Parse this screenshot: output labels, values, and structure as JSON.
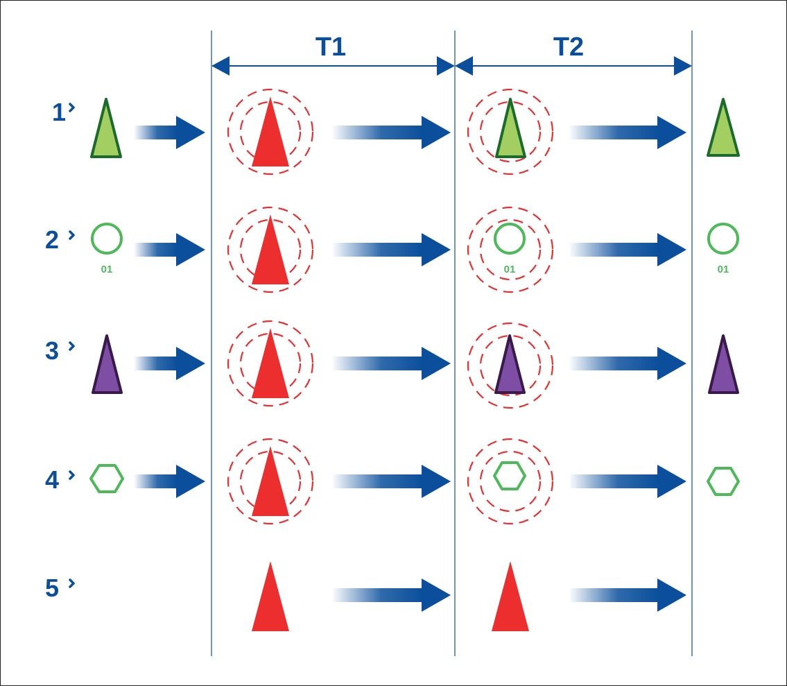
{
  "colors": {
    "blue": "#0b4f9c",
    "red": "#ec2e2e",
    "green_dark": "#1b6b2a",
    "green_fill": "#a3cf62",
    "green_circle": "#4dba5a",
    "purple_fill": "#7e4ea4",
    "purple_stroke": "#3a1a4a",
    "hex_green": "#4dba5a"
  },
  "periods": [
    {
      "label": "T1"
    },
    {
      "label": "T2"
    }
  ],
  "rows": [
    {
      "number": "1",
      "symbol": "green-triangle",
      "id_label": "",
      "alarm_at_t1": true,
      "alarm_at_t2": true,
      "target_at_t2": true
    },
    {
      "number": "2",
      "symbol": "green-circle",
      "id_label": "01",
      "alarm_at_t1": true,
      "alarm_at_t2": true,
      "target_at_t2": true
    },
    {
      "number": "3",
      "symbol": "purple-triangle",
      "id_label": "",
      "alarm_at_t1": true,
      "alarm_at_t2": true,
      "target_at_t2": true
    },
    {
      "number": "4",
      "symbol": "green-hexagon",
      "id_label": "",
      "alarm_at_t1": true,
      "alarm_at_t2": true,
      "target_at_t2": true
    },
    {
      "number": "5",
      "symbol": "",
      "id_label": "",
      "alarm_at_t1": false,
      "alarm_at_t2": false,
      "target_at_t2": false
    }
  ]
}
